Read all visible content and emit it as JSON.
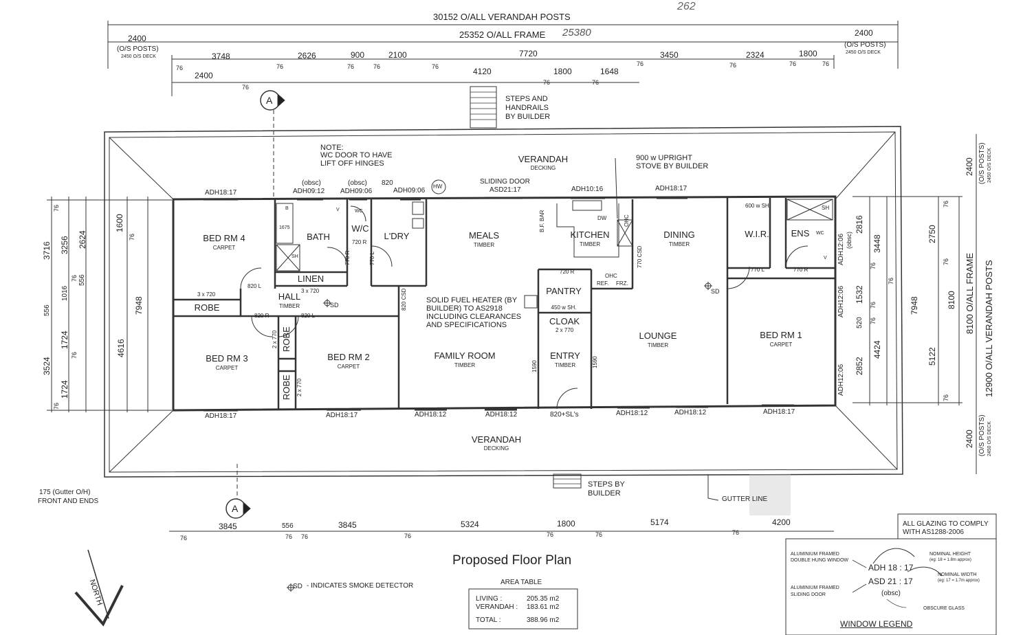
{
  "title": "Proposed Floor Plan",
  "top_dims": {
    "overall_posts": "30152 O/ALL VERANDAH POSTS",
    "overall_frame": "25352 O/ALL FRAME",
    "handwritten_top": "262",
    "handwritten_frame": "25380",
    "left_os": "2400",
    "left_os_label": "(O/S POSTS)",
    "left_os_deck": "2450 O/S DECK",
    "right_os": "2400",
    "right_os_label": "(O/S POSTS)",
    "right_os_deck": "2450 O/S DECK",
    "row1": [
      "3748",
      "2626",
      "900",
      "2100",
      "7720",
      "3450",
      "2324",
      "1800"
    ],
    "row2": [
      "2400",
      "4120",
      "1800",
      "1648"
    ],
    "small76": "76"
  },
  "bottom_dims": {
    "row": [
      "3845",
      "556",
      "3845",
      "5324",
      "1800",
      "5174",
      "4200"
    ],
    "small76": "76"
  },
  "left_dims": [
    "3716",
    "3256",
    "2624",
    "1600",
    "7948",
    "556",
    "1016",
    "556",
    "3524",
    "1724",
    "1724",
    "4616",
    "76"
  ],
  "right_dims": [
    "2816",
    "3448",
    "2750",
    "1532",
    "520",
    "4424",
    "2852",
    "7948",
    "5122",
    "8100",
    "8100 O/ALL FRAME",
    "12900 O/ALL VERANDAH POSTS",
    "2400",
    "(O/S POSTS)",
    "2450 O/S DECK",
    "76"
  ],
  "rooms": {
    "bed4": {
      "name": "BED RM 4",
      "floor": "CARPET"
    },
    "bath": {
      "name": "BATH"
    },
    "wc": {
      "name": "W/C"
    },
    "ldry": {
      "name": "L'DRY"
    },
    "meals": {
      "name": "MEALS",
      "floor": "TIMBER"
    },
    "kitchen": {
      "name": "KITCHEN",
      "floor": "TIMBER"
    },
    "dining": {
      "name": "DINING",
      "floor": "TIMBER"
    },
    "wir": {
      "name": "W.I.R."
    },
    "ens": {
      "name": "ENS"
    },
    "linen": {
      "name": "LINEN"
    },
    "hall": {
      "name": "HALL",
      "floor": "TIMBER"
    },
    "robe1": {
      "name": "ROBE"
    },
    "robe2": {
      "name": "ROBE"
    },
    "robe3": {
      "name": "ROBE"
    },
    "bed3": {
      "name": "BED RM 3",
      "floor": "CARPET"
    },
    "bed2": {
      "name": "BED RM 2",
      "floor": "CARPET"
    },
    "family": {
      "name": "FAMILY ROOM",
      "floor": "TIMBER"
    },
    "pantry": {
      "name": "PANTRY",
      "sub": "450 w SH."
    },
    "cloak": {
      "name": "CLOAK"
    },
    "entry": {
      "name": "ENTRY",
      "floor": "TIMBER"
    },
    "lounge": {
      "name": "LOUNGE",
      "floor": "TIMBER"
    },
    "bed1": {
      "name": "BED RM 1",
      "floor": "CARPET"
    },
    "verandah_top": {
      "name": "VERANDAH",
      "floor": "DECKING"
    },
    "verandah_bottom": {
      "name": "VERANDAH",
      "floor": "DECKING"
    }
  },
  "notes": {
    "note1": "NOTE:",
    "note2": "WC DOOR TO HAVE",
    "note3": "LIFT OFF HINGES",
    "steps_top1": "STEPS AND",
    "steps_top2": "HANDRAILS",
    "steps_top3": "BY BUILDER",
    "stove1": "900 w UPRIGHT",
    "stove2": "STOVE BY BUILDER",
    "heater1": "SOLID FUEL HEATER (BY",
    "heater2": "BUILDER) TO AS2918",
    "heater3": "INCLUDING CLEARANCES",
    "heater4": "AND SPECIFICATIONS",
    "steps_bottom1": "STEPS BY",
    "steps_bottom2": "BUILDER",
    "gutter_line": "GUTTER LINE",
    "gutter1": "175 (Gutter O/H)",
    "gutter2": "FRONT AND ENDS",
    "smoke": "- INDICATES SMOKE DETECTOR",
    "sd": "SD",
    "section": "A",
    "north": "NORTH"
  },
  "windows": {
    "w_bed4": "ADH18:17",
    "w_bath": "ADH09:12",
    "w_bath_obsc": "(obsc)",
    "w_wc": "ADH09:06",
    "w_wc_obsc": "(obsc)",
    "w_820": "820",
    "w_ldry": "ADH09:06",
    "hw": "HW",
    "sliding_label": "SLIDING DOOR",
    "sliding": "ASD21:17",
    "w_kitchen": "ADH10:16",
    "w_dining": "ADH18:17",
    "w_ens": "ADH12:06",
    "w_ens_obsc": "(obsc)",
    "w_bed1a": "ADH12:06",
    "w_bed1b": "ADH12:06",
    "b_bed3": "ADH18:17",
    "b_bed2": "ADH18:17",
    "b_fam1": "ADH18:12",
    "b_fam2": "ADH18:12",
    "b_entry": "820+SL's",
    "b_lounge1": "ADH18:12",
    "b_lounge2": "ADH18:12",
    "b_bed1": "ADH18:17"
  },
  "door_labels": {
    "d820l_a": "820 L",
    "d820r": "820 R",
    "d820l_b": "820 L",
    "d720r": "720 R",
    "d770l": "770 L",
    "d770r": "770 R",
    "d720r2": "720 R",
    "d770l2": "770 L",
    "d770r2": "770 R",
    "robe_3x720": "3 x 720",
    "linen_3x720": "3 x 720",
    "d2x770a": "2 x 770",
    "d2x770b": "2 x 770",
    "cloak_2x770": "2 x 770",
    "csd820": "820 CSD",
    "csd770": "770 CSD",
    "sl1590a": "1590",
    "sl1590b": "1590",
    "ohc": "OHC",
    "ohc2": "OHC",
    "ref": "REF.",
    "frz": "FRZ.",
    "dw": "DW",
    "bfbar": "B.F. BAR",
    "wir_sh": "600 w SH.",
    "ens_sh": "SH",
    "bath_sh": "SH",
    "bath_1675": "1675",
    "b": "B",
    "v": "V",
    "wc": "WC"
  },
  "area_table": {
    "heading": "AREA TABLE",
    "rows": [
      {
        "label": "LIVING :",
        "value": "205.35 m2"
      },
      {
        "label": "VERANDAH :",
        "value": "183.61 m2"
      },
      {
        "label": "TOTAL :",
        "value": "388.96 m2"
      }
    ]
  },
  "glazing": {
    "line1": "ALL GLAZING TO COMPLY",
    "line2": "WITH AS1288-2006"
  },
  "legend": {
    "title": "WINDOW LEGEND",
    "dh1": "ALUMINIUM FRAMED",
    "dh2": "DOUBLE HUNG WINDOW",
    "sd1": "ALUMINIUM FRAMED",
    "sd2": "SLIDING DOOR",
    "adh": "ADH 18 : 17",
    "asd": "ASD 21 : 17",
    "obsc": "(obsc)",
    "nh1": "NOMINAL HEIGHT",
    "nh2": "(eg: 18 = 1.8m approx)",
    "nw1": "NOMINAL WIDTH",
    "nw2": "(eg: 17 = 1.7m approx)",
    "obscure": "OBSCURE GLASS"
  }
}
